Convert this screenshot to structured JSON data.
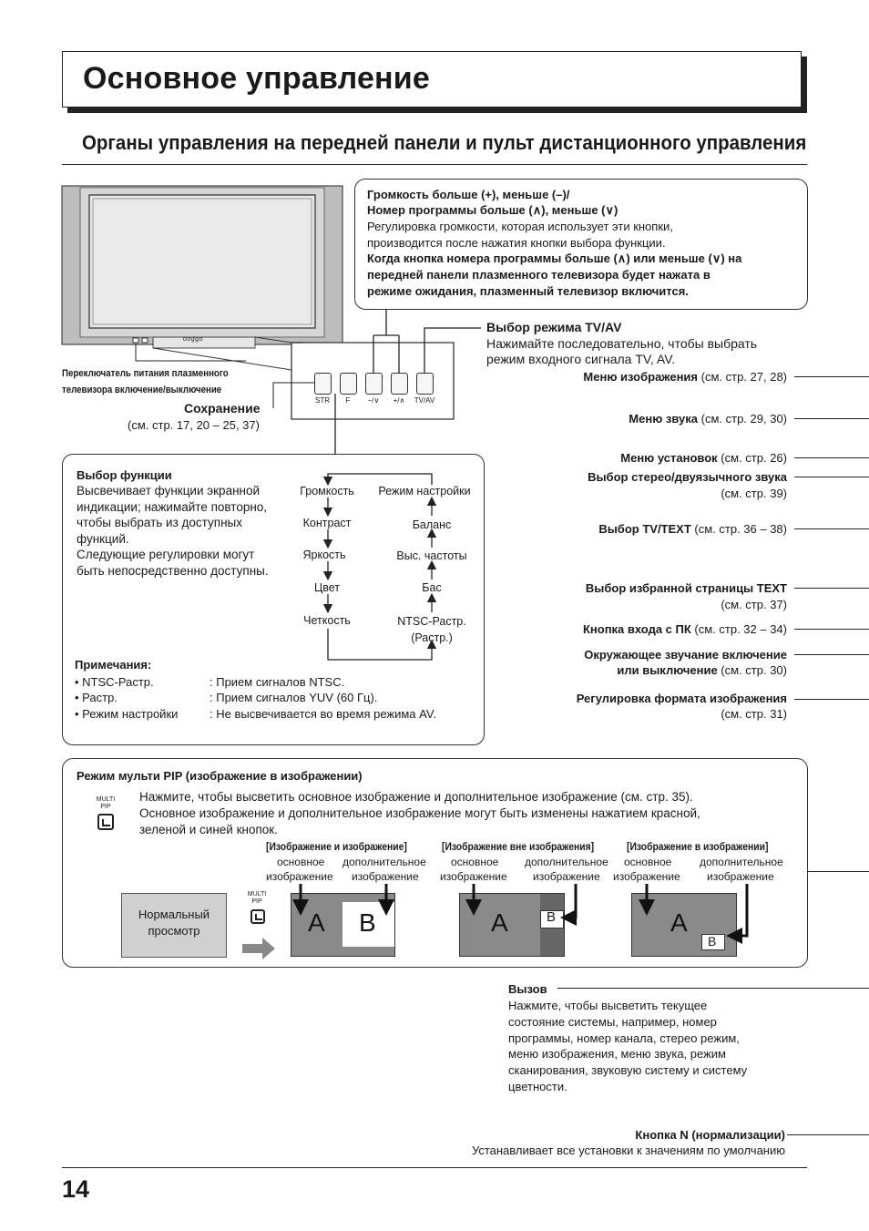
{
  "header": {
    "title": "Основное управление",
    "section_heading": "Органы управления на передней панели и пульт дистанционного управления"
  },
  "volume_box": {
    "title_line1": "Громкость больше (+), меньше (–)/",
    "title_line2": "Номер программы больше (∧), меньше (∨)",
    "line1": "Регулировка громкости, которая использует эти кнопки,",
    "line2": "производится после нажатия кнопки выбора функции.",
    "bold1": "Когда кнопка номера программы больше (∧) или меньше (∨) на",
    "bold2": "передней панели плазменного телевизора будет нажата в",
    "bold3": "режиме ожидания, плазменный телевизор включится."
  },
  "tvav": {
    "title": "Выбор режима TV/AV",
    "line1": "Нажимайте последовательно, чтобы выбрать",
    "line2": "режим входного сигнала TV, AV."
  },
  "power": {
    "line1": "Переключатель питания плазменного",
    "line2": "телевизора включение/выключение"
  },
  "store": {
    "title": "Сохранение",
    "ref": "(см. стр. 17, 20 – 25, 37)"
  },
  "panel_buttons": [
    "STR",
    "F",
    "−/∨",
    "+/∧",
    "TV/AV"
  ],
  "tv_front_label": "ooggo",
  "function_box": {
    "title": "Выбор функции",
    "desc": [
      "Высвечивает функции экранной",
      "индикации; нажимайте повторно,",
      "чтобы выбрать из доступных",
      "функций.",
      "Следующие регулировки могут",
      "быть непосредственно доступны."
    ],
    "left_flow": [
      "Громкость",
      "Контраст",
      "Яркость",
      "Цвет",
      "Четкость"
    ],
    "right_flow": [
      "Режим настройки",
      "Баланс",
      "Выс. частоты",
      "Бас",
      "NTSC-Растр.",
      "(Растр.)"
    ],
    "notes_title": "Примечания:",
    "notes": [
      {
        "term": "• NTSC-Растр.",
        "desc": ": Прием сигналов NTSC."
      },
      {
        "term": "• Растр.",
        "desc": ": Прием сигналов YUV (60 Гц)."
      },
      {
        "term": "• Режим настройки",
        "desc": ": Не высвечивается во время режима AV."
      }
    ]
  },
  "right_labels": [
    {
      "bold": "Меню изображения",
      "text": " (см. стр. 27, 28)"
    },
    {
      "bold": "Меню звука",
      "text": "  (см. стр. 29, 30)"
    },
    {
      "bold": "Меню установок",
      "text": "  (см. стр. 26)"
    },
    {
      "bold": "Выбор стерео/двуязычного звука",
      "text": "(см. стр. 39)"
    },
    {
      "bold": "Выбор TV/TEXT",
      "text": " (см. стр. 36 – 38)"
    },
    {
      "bold": "Выбор избранной страницы TEXT",
      "text": "(см. стр. 37)"
    },
    {
      "bold": "Кнопка входа с ПК",
      "text": " (см. стр. 32 – 34)"
    },
    {
      "bold": "Окружающее звучание включение",
      "bold2": "или выключение",
      "text": "  (см. стр. 30)"
    },
    {
      "bold": "Регулировка формата изображения",
      "text": "(см. стр. 31)"
    }
  ],
  "pip": {
    "title": "Режим мульти PIP (изображение в изображении)",
    "icon_label1": "MULTI",
    "icon_label2": "PIP",
    "desc": [
      "Нажмите, чтобы высветить основное изображение и дополнительное изображение (см. стр. 35).",
      "Основное изображение и дополнительное изображение могут быть изменены нажатием красной,",
      "зеленой и синей кнопок."
    ],
    "normal_view": [
      "Нормальный",
      "просмотр"
    ],
    "modes": [
      {
        "header": "[Изображение и изображение]",
        "main": "основное",
        "main2": "изображение",
        "sub": "дополнительное",
        "sub2": "изображение"
      },
      {
        "header": "[Изображение вне изображения]",
        "main": "основное",
        "main2": "изображение",
        "sub": "дополнительное",
        "sub2": "изображение"
      },
      {
        "header": "[Изображение в изображении]",
        "main": "основное",
        "main2": "изображение",
        "sub": "дополнительное",
        "sub2": "изображение"
      }
    ],
    "letter_a": "A",
    "letter_b": "B"
  },
  "recall": {
    "title": "Вызов",
    "lines": [
      "Нажмите, чтобы высветить текущее",
      "состояние системы, например, номер",
      "программы, номер канала, стерео режим,",
      "меню изображения, меню звука, режим",
      "сканирования, звуковую систему и систему",
      "цветности."
    ]
  },
  "normalize": {
    "title": "Кнопка N (нормализации)",
    "desc": "Устанавливает все установки к значениям по умолчанию"
  },
  "page_number": "14"
}
